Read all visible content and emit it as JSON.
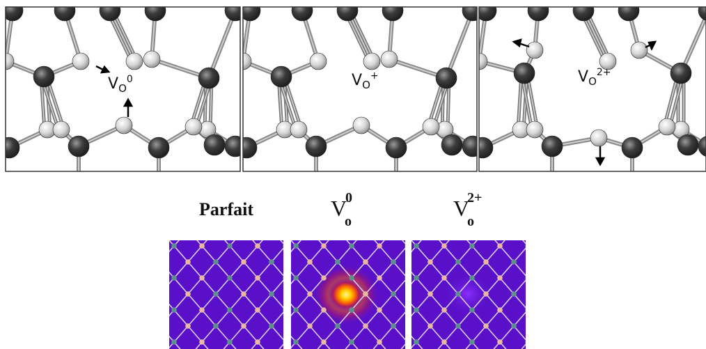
{
  "top_panels": [
    {
      "id": "vo0",
      "label_base": "V",
      "label_sub": "O",
      "label_sup": "0"
    },
    {
      "id": "vo1",
      "label_base": "V",
      "label_sub": "O",
      "label_sup": "+"
    },
    {
      "id": "vo2",
      "label_base": "V",
      "label_sub": "O",
      "label_sup": "2+"
    }
  ],
  "bottom_captions": [
    {
      "id": "perfect",
      "text": "Parfait"
    },
    {
      "id": "vo0_map",
      "base": "V",
      "sub": "o",
      "sup": "0"
    },
    {
      "id": "vo2_map",
      "base": "V",
      "sub": "o",
      "sup": "2+"
    }
  ],
  "colors": {
    "dark_atom": "#3a3a3a",
    "light_atom": "#d8d8d8",
    "bond": "#8a8a8a",
    "map_background": "#5a10c8",
    "hotspot_core": "#ffe000",
    "hotspot_ring": "#e03000",
    "map_atom_teal": "#5e8f8c",
    "map_atom_peach": "#e8b8a0"
  }
}
